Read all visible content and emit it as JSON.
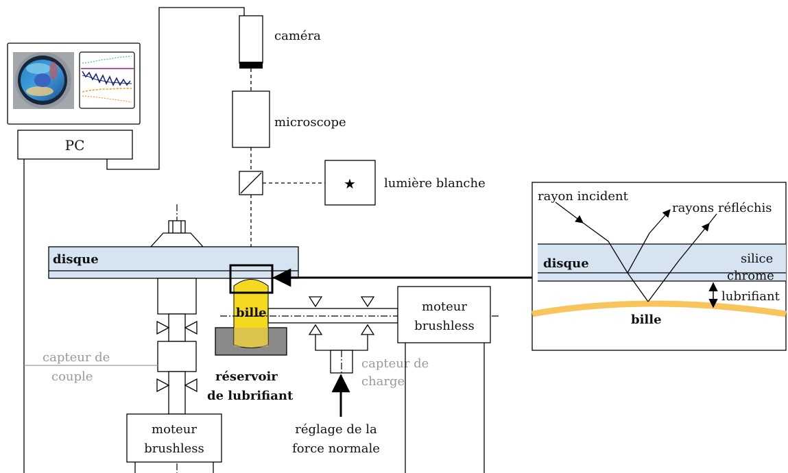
{
  "labels": {
    "camera": "caméra",
    "microscope": "microscope",
    "light": "lumière blanche",
    "pc": "PC",
    "disc": "disque",
    "ball": "bille",
    "reservoir_line1": "réservoir",
    "reservoir_line2": "de lubrifiant",
    "torque_sensor_line1": "capteur de",
    "torque_sensor_line2": "couple",
    "load_sensor_line1": "capteur de",
    "load_sensor_line2": "charge",
    "motor_left_line1": "moteur",
    "motor_left_line2": "brushless",
    "motor_right_line1": "moteur",
    "motor_right_line2": "brushless",
    "force_line1": "réglage de la",
    "force_line2": "force normale"
  },
  "inset": {
    "incident_ray": "rayon incident",
    "reflected_rays": "rayons réfléchis",
    "disc": "disque",
    "silica": "silice",
    "chrome": "chrome",
    "lubricant": "lubrifiant",
    "ball": "bille"
  },
  "colors": {
    "disc_fill": "#d6e3f1",
    "ball_fill": "#f5d820",
    "reservoir_fill": "#8a8a8a",
    "ball_surface": "#f8c45c",
    "sensor_text": "#9a9a9a"
  }
}
